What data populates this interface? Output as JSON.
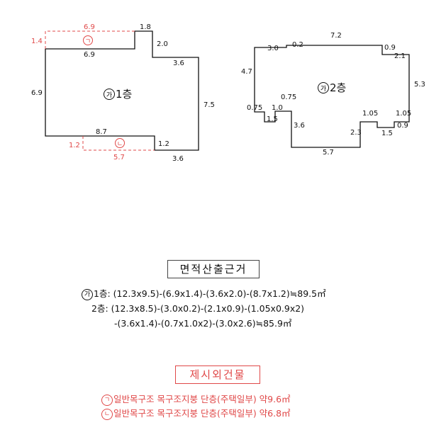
{
  "plan1": {
    "floor_mark": "가",
    "floor_label": "1층",
    "dims": {
      "top_red": "6.9",
      "left_red": "1.4",
      "top_notch": "1.8",
      "inner_top": "6.9",
      "notch_side": "2.0",
      "notch_bottom": "3.6",
      "left_side": "6.9",
      "right_side": "7.5",
      "bottom_main": "8.7",
      "step_right": "1.2",
      "bottom_right": "3.6",
      "bottom_red_side": "1.2",
      "bottom_red": "5.7"
    },
    "red_marks": [
      "ㄱ",
      "ㄴ"
    ]
  },
  "plan2": {
    "floor_mark": "가",
    "floor_label": "2층",
    "dims": {
      "top": "7.2",
      "top_left": "3.0",
      "top_step": "0.2",
      "top_right_step": "0.9",
      "right_upper_step": "2.1",
      "right_side": "5.3",
      "left_side": "4.7",
      "left_notch_top": "0.75",
      "left_notch_side": "0.75",
      "left_notch_inner": "1.0",
      "left_notch_bottom": "1.5",
      "inner_left_side": "3.6",
      "bottom_left": "5.7",
      "bottom_notch_side": "2.3",
      "bottom_notch_top": "1.05",
      "bottom_notch_bottom": "1.5",
      "right_bottom_top": "1.05",
      "right_bottom_side": "0.9"
    }
  },
  "calc": {
    "title": "면적산출근거",
    "line1_mark": "가",
    "line1": "1층: (12.3x9.5)-(6.9x1.4)-(3.6x2.0)-(8.7x1.2)≒89.5㎡",
    "line2": "2층: (12.3x8.5)-(3.0x0.2)-(2.1x0.9)-(1.05x0.9x2)",
    "line3": "-(3.6x1.4)-(0.7x1.0x2)-(3.0x2.6)≒85.9㎡"
  },
  "extra": {
    "title": "제시외건물",
    "item1_mark": "ㄱ",
    "item1": "일반목구조 목구조지붕 단층(주택일부) 약9.6㎡",
    "item2_mark": "ㄴ",
    "item2": "일반목구조 목구조지붕 단층(주택일부) 약6.8㎡"
  },
  "colors": {
    "line": "#111111",
    "red": "#e04848"
  }
}
